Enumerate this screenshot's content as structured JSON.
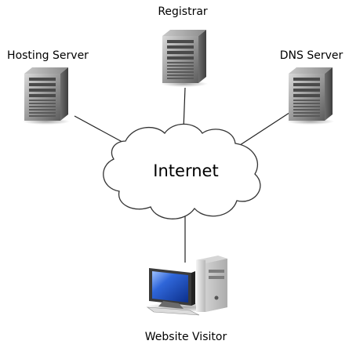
{
  "diagram": {
    "nodes": {
      "registrar": {
        "label": "Registrar",
        "icon": "server-tower-icon"
      },
      "hosting": {
        "label": "Hosting Server",
        "icon": "server-tower-icon"
      },
      "dns": {
        "label": "DNS Server",
        "icon": "server-tower-icon"
      },
      "internet": {
        "label": "Internet",
        "icon": "cloud-icon"
      },
      "visitor": {
        "label": "Website Visitor",
        "icon": "desktop-computer-icon"
      }
    },
    "connections": [
      {
        "from": "hosting",
        "to": "internet"
      },
      {
        "from": "registrar",
        "to": "internet"
      },
      {
        "from": "dns",
        "to": "internet"
      },
      {
        "from": "internet",
        "to": "visitor"
      }
    ],
    "colors": {
      "line": "#222222",
      "cloud_fill": "#ffffff",
      "cloud_stroke": "#333333",
      "server_body": "#8a8a8a",
      "monitor_screen": "#1e4fbf"
    }
  }
}
